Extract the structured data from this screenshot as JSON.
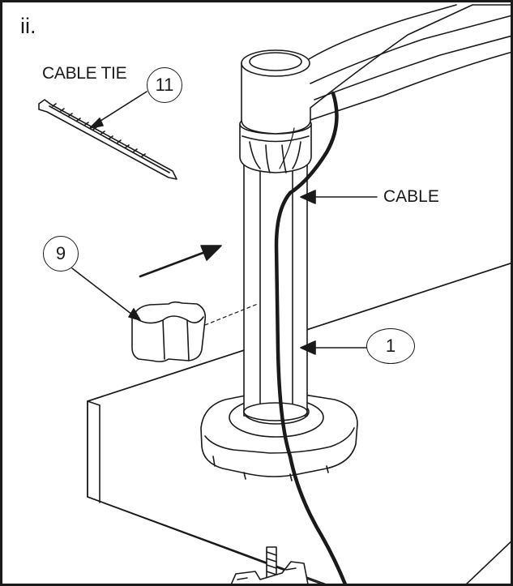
{
  "step_label": "ii.",
  "labels": {
    "cable_tie": "CABLE TIE",
    "cable": "CABLE"
  },
  "callouts": {
    "part_11": "11",
    "part_9": "9",
    "part_1": "1"
  }
}
